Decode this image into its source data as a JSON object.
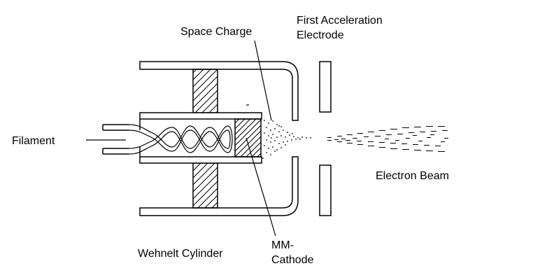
{
  "diagram": {
    "labels": {
      "space_charge": "Space Charge",
      "first_acceleration_line1": "First Acceleration",
      "first_acceleration_line2": "Electrode",
      "filament": "Filament",
      "electron_beam": "Electron Beam",
      "mm_cathode_line1": "MM-",
      "mm_cathode_line2": "Cathode",
      "wehnelt_cylinder": "Wehnelt Cylinder"
    },
    "colors": {
      "line": "#000000",
      "background": "#ffffff"
    }
  }
}
